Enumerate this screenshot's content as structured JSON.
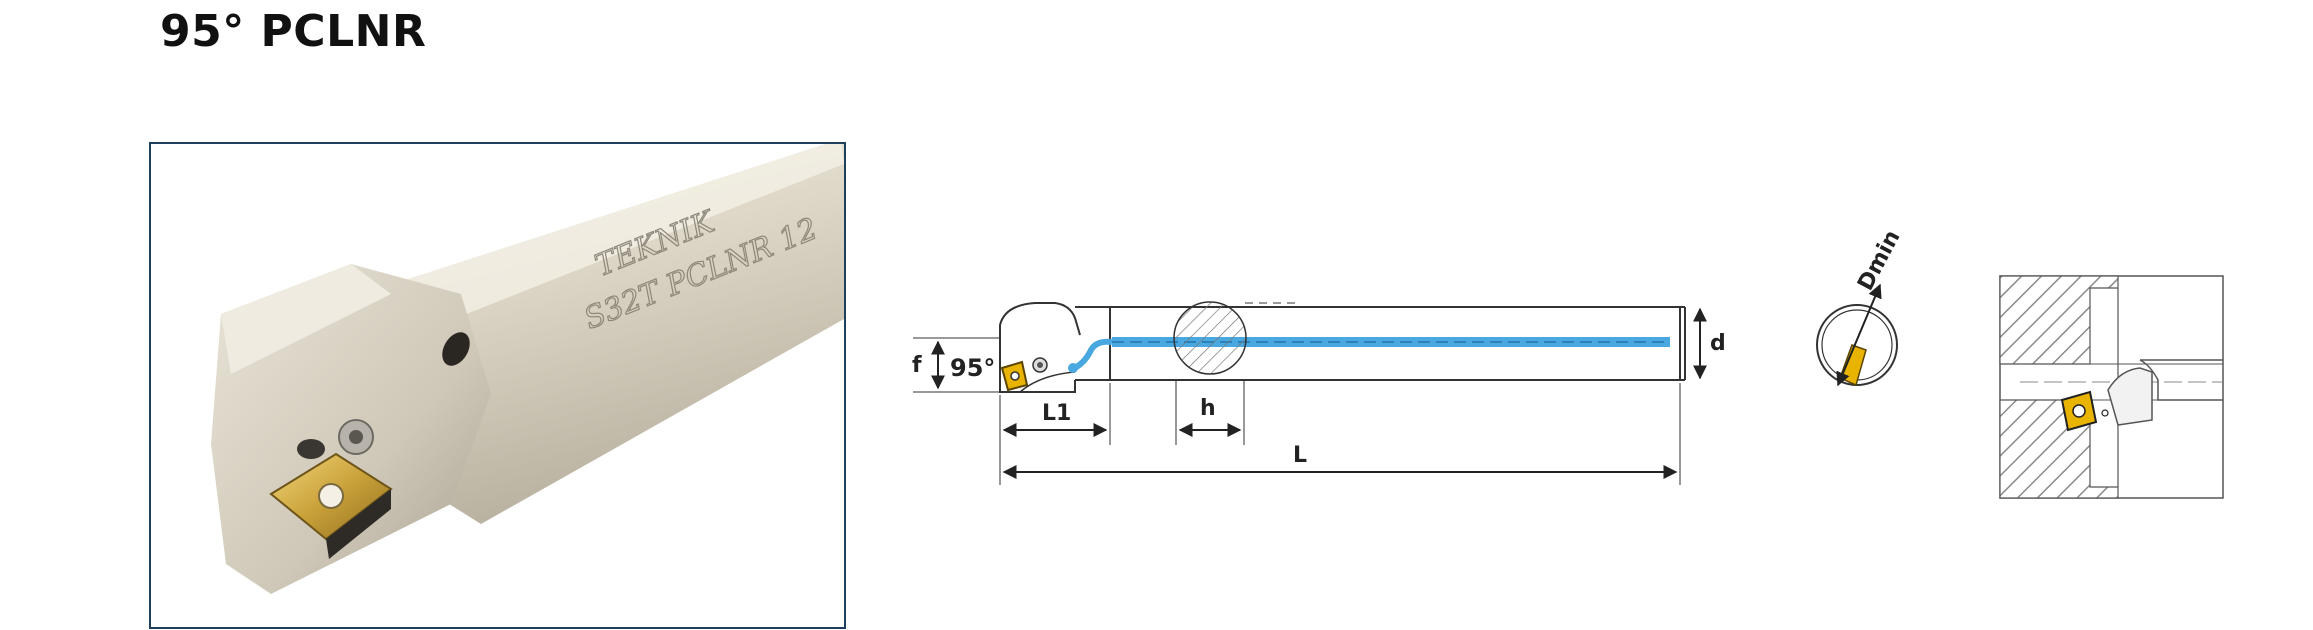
{
  "header": {
    "title": "95° PCLNR"
  },
  "photo": {
    "brand_text": "TEKNIK",
    "code_text": "S32T PCLNR 12"
  },
  "diagram": {
    "labels": {
      "f": "f",
      "angle": "95°",
      "d": "d",
      "l1": "L1",
      "h": "h",
      "l": "L",
      "dmin": "Dmin"
    }
  },
  "colors": {
    "frame_border": "#1f3f5c",
    "insert_gold": "#e8b400",
    "coolant_blue": "#4aa8e0",
    "hatch_grey": "#8a8a8a"
  }
}
